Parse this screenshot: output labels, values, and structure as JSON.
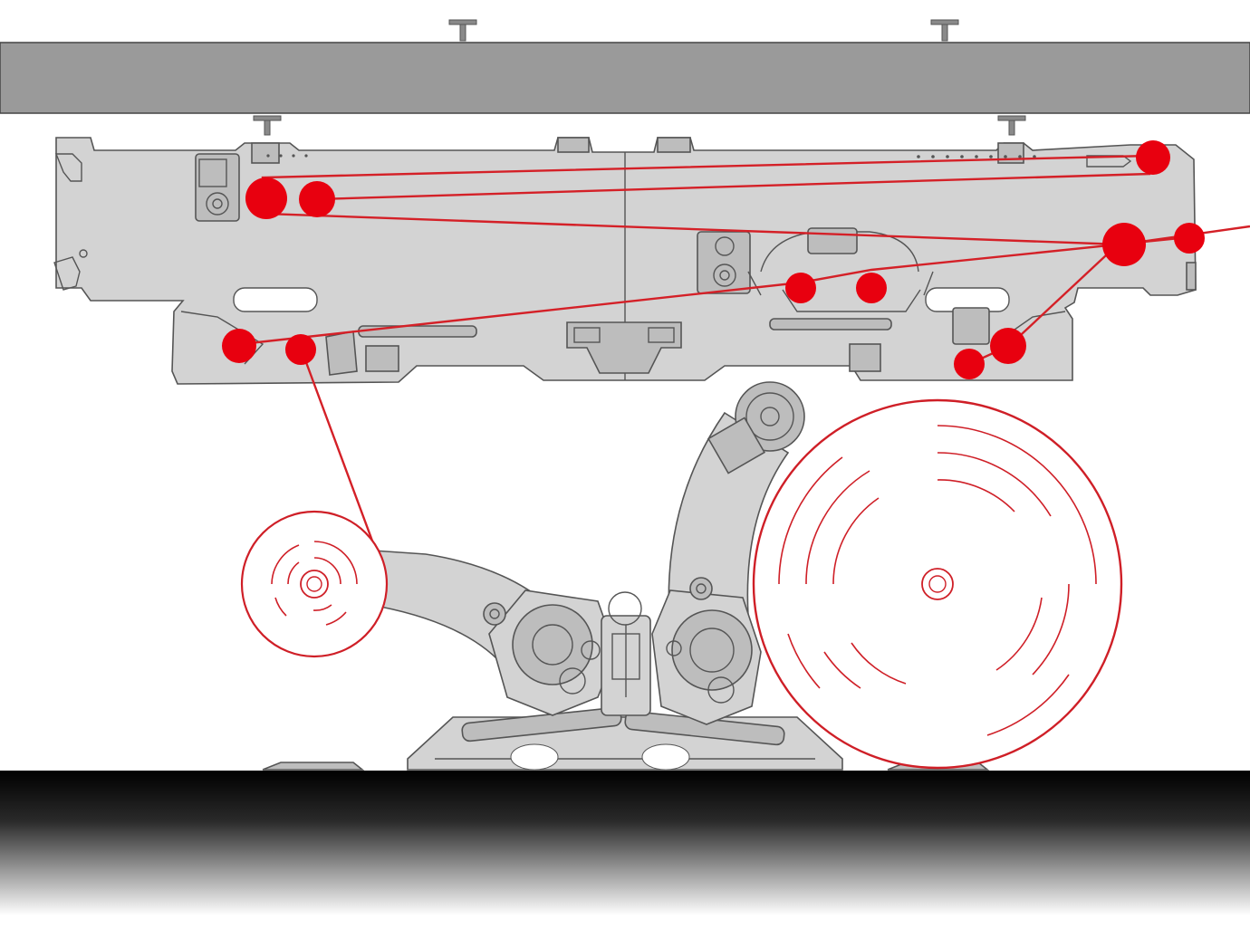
{
  "diagram": {
    "colors": {
      "web_path": "#d42027",
      "guide_roller": "#e8000f",
      "machine_body": "#d3d3d3",
      "overhead_beam": "#9a9a9a",
      "outline": "#555555"
    },
    "components": [
      "overhead-beam",
      "ceiling-hanger",
      "web-accumulator-frame",
      "guide-roller",
      "web-path",
      "unwind-reel",
      "rewind-reel",
      "unwinder-arm",
      "rewinder-arm",
      "drive-base",
      "floor"
    ]
  }
}
